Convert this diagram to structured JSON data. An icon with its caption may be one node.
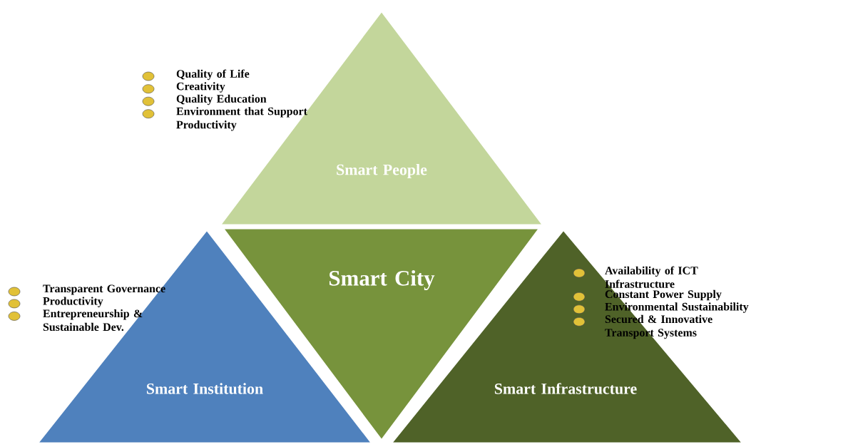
{
  "diagram": {
    "nodes": [
      {
        "text": [
          "Smart People"
        ],
        "beside": [
          "Quality of Life",
          "Creativity",
          "Quality Education",
          "Environment that Support Productivity"
        ]
      },
      {
        "text": [
          "Smart City"
        ]
      },
      {
        "text": [
          "Smart Institution"
        ],
        "beside": [
          "Transparent Governance",
          "Productivity",
          "Entrepreneurship & Sustainable Dev."
        ]
      },
      {
        "text": [
          "Smart Infrastructure"
        ],
        "beside": [
          "Availability of ICT Infrastructure",
          "Constant Power Supply",
          "Environmental Sustainability",
          "Secured & Innovative Transport Systems"
        ]
      }
    ]
  }
}
